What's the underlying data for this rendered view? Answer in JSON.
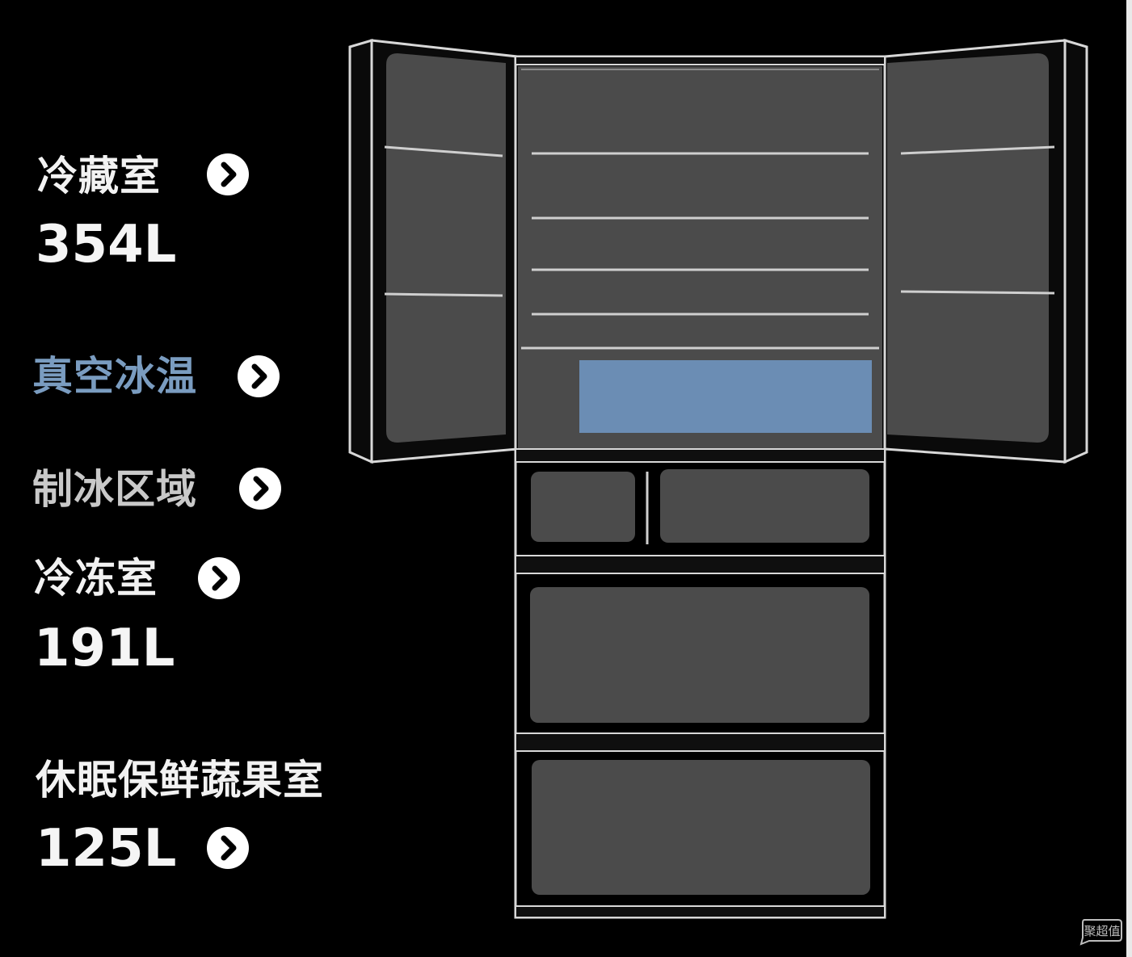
{
  "compartments": [
    {
      "label": "冷藏室",
      "volume": "354L"
    },
    {
      "label": "真空冰温"
    },
    {
      "label": "制冰区域"
    },
    {
      "label": "冷冻室",
      "volume": "191L"
    },
    {
      "label": "休眠保鲜蔬果室",
      "volume": "125L"
    }
  ],
  "watermark": {
    "text": "聚超值"
  },
  "colors": {
    "background": "#000000",
    "panel": "#4b4b4b",
    "outline": "#d8d8d8",
    "highlight": "#6b8db4",
    "label_white": "#f2f2f2",
    "label_blue": "#7a9cc0",
    "label_grey": "#c9c9c9"
  },
  "icons": {
    "arrow": "chevron-right-circle-icon",
    "watermark": "brand-badge-icon"
  }
}
